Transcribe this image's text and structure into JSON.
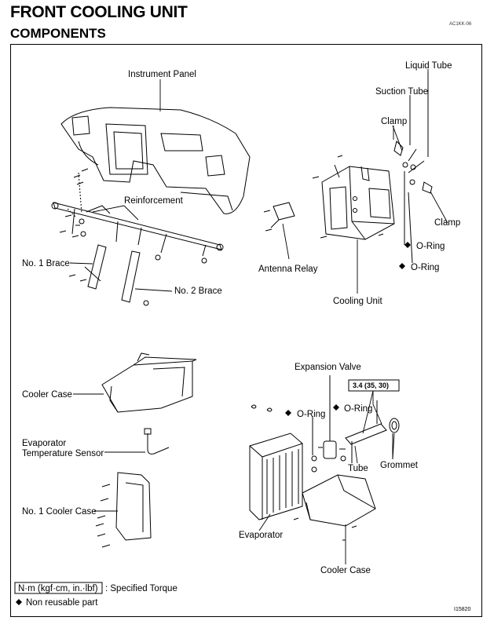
{
  "header": {
    "title": "FRONT COOLING UNIT",
    "subtitle": "COMPONENTS",
    "code_top": "AC1KK-06"
  },
  "labels": {
    "instrument_panel": "Instrument Panel",
    "liquid_tube": "Liquid Tube",
    "suction_tube": "Suction Tube",
    "clamp_top": "Clamp",
    "clamp_right": "Clamp",
    "reinforcement": "Reinforcement",
    "o_ring_1": "O-Ring",
    "o_ring_2": "O-Ring",
    "no1_brace": "No. 1 Brace",
    "antenna_relay": "Antenna Relay",
    "no2_brace": "No. 2 Brace",
    "cooling_unit": "Cooling Unit",
    "expansion_valve": "Expansion Valve",
    "torque": "3.4 (35, 30)",
    "cooler_case_top": "Cooler Case",
    "o_ring_3": "O-Ring",
    "o_ring_4": "O-Ring",
    "evap_sensor_1": "Evaporator",
    "evap_sensor_2": "Temperature Sensor",
    "tube": "Tube",
    "grommet": "Grommet",
    "no1_cooler_case": "No. 1 Cooler Case",
    "evaporator": "Evaporator",
    "cooler_case_bottom": "Cooler Case"
  },
  "legend": {
    "torque_unit": "N·m (kgf·cm, in.·lbf)",
    "torque_desc": ": Specified Torque",
    "non_reusable": "Non reusable part",
    "diamond_icon": "black-diamond-icon"
  },
  "footer_code": "I15820"
}
